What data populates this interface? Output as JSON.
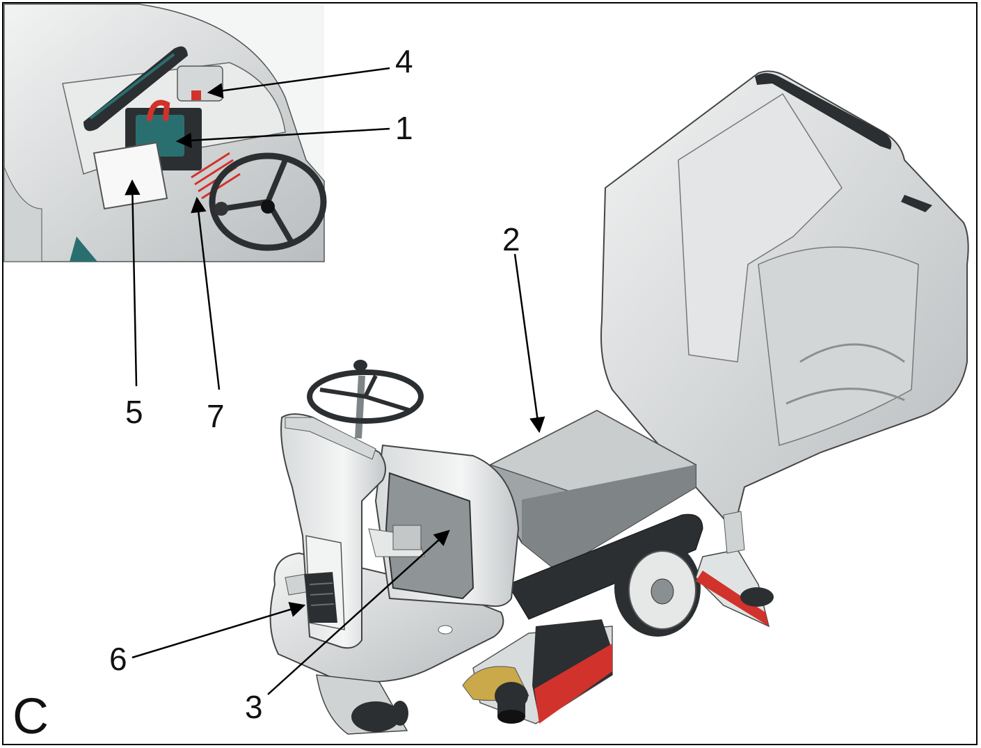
{
  "figure": {
    "panel_letter": "C",
    "callouts": {
      "c1": "1",
      "c2": "2",
      "c3": "3",
      "c4": "4",
      "c5": "5",
      "c6": "6",
      "c7": "7"
    },
    "colors": {
      "body": "#e6e8e8",
      "body_shade": "#b7bcbe",
      "dark": "#2b2f31",
      "teal": "#2a6f70",
      "red": "#d2322c",
      "frame": "#000000"
    }
  }
}
